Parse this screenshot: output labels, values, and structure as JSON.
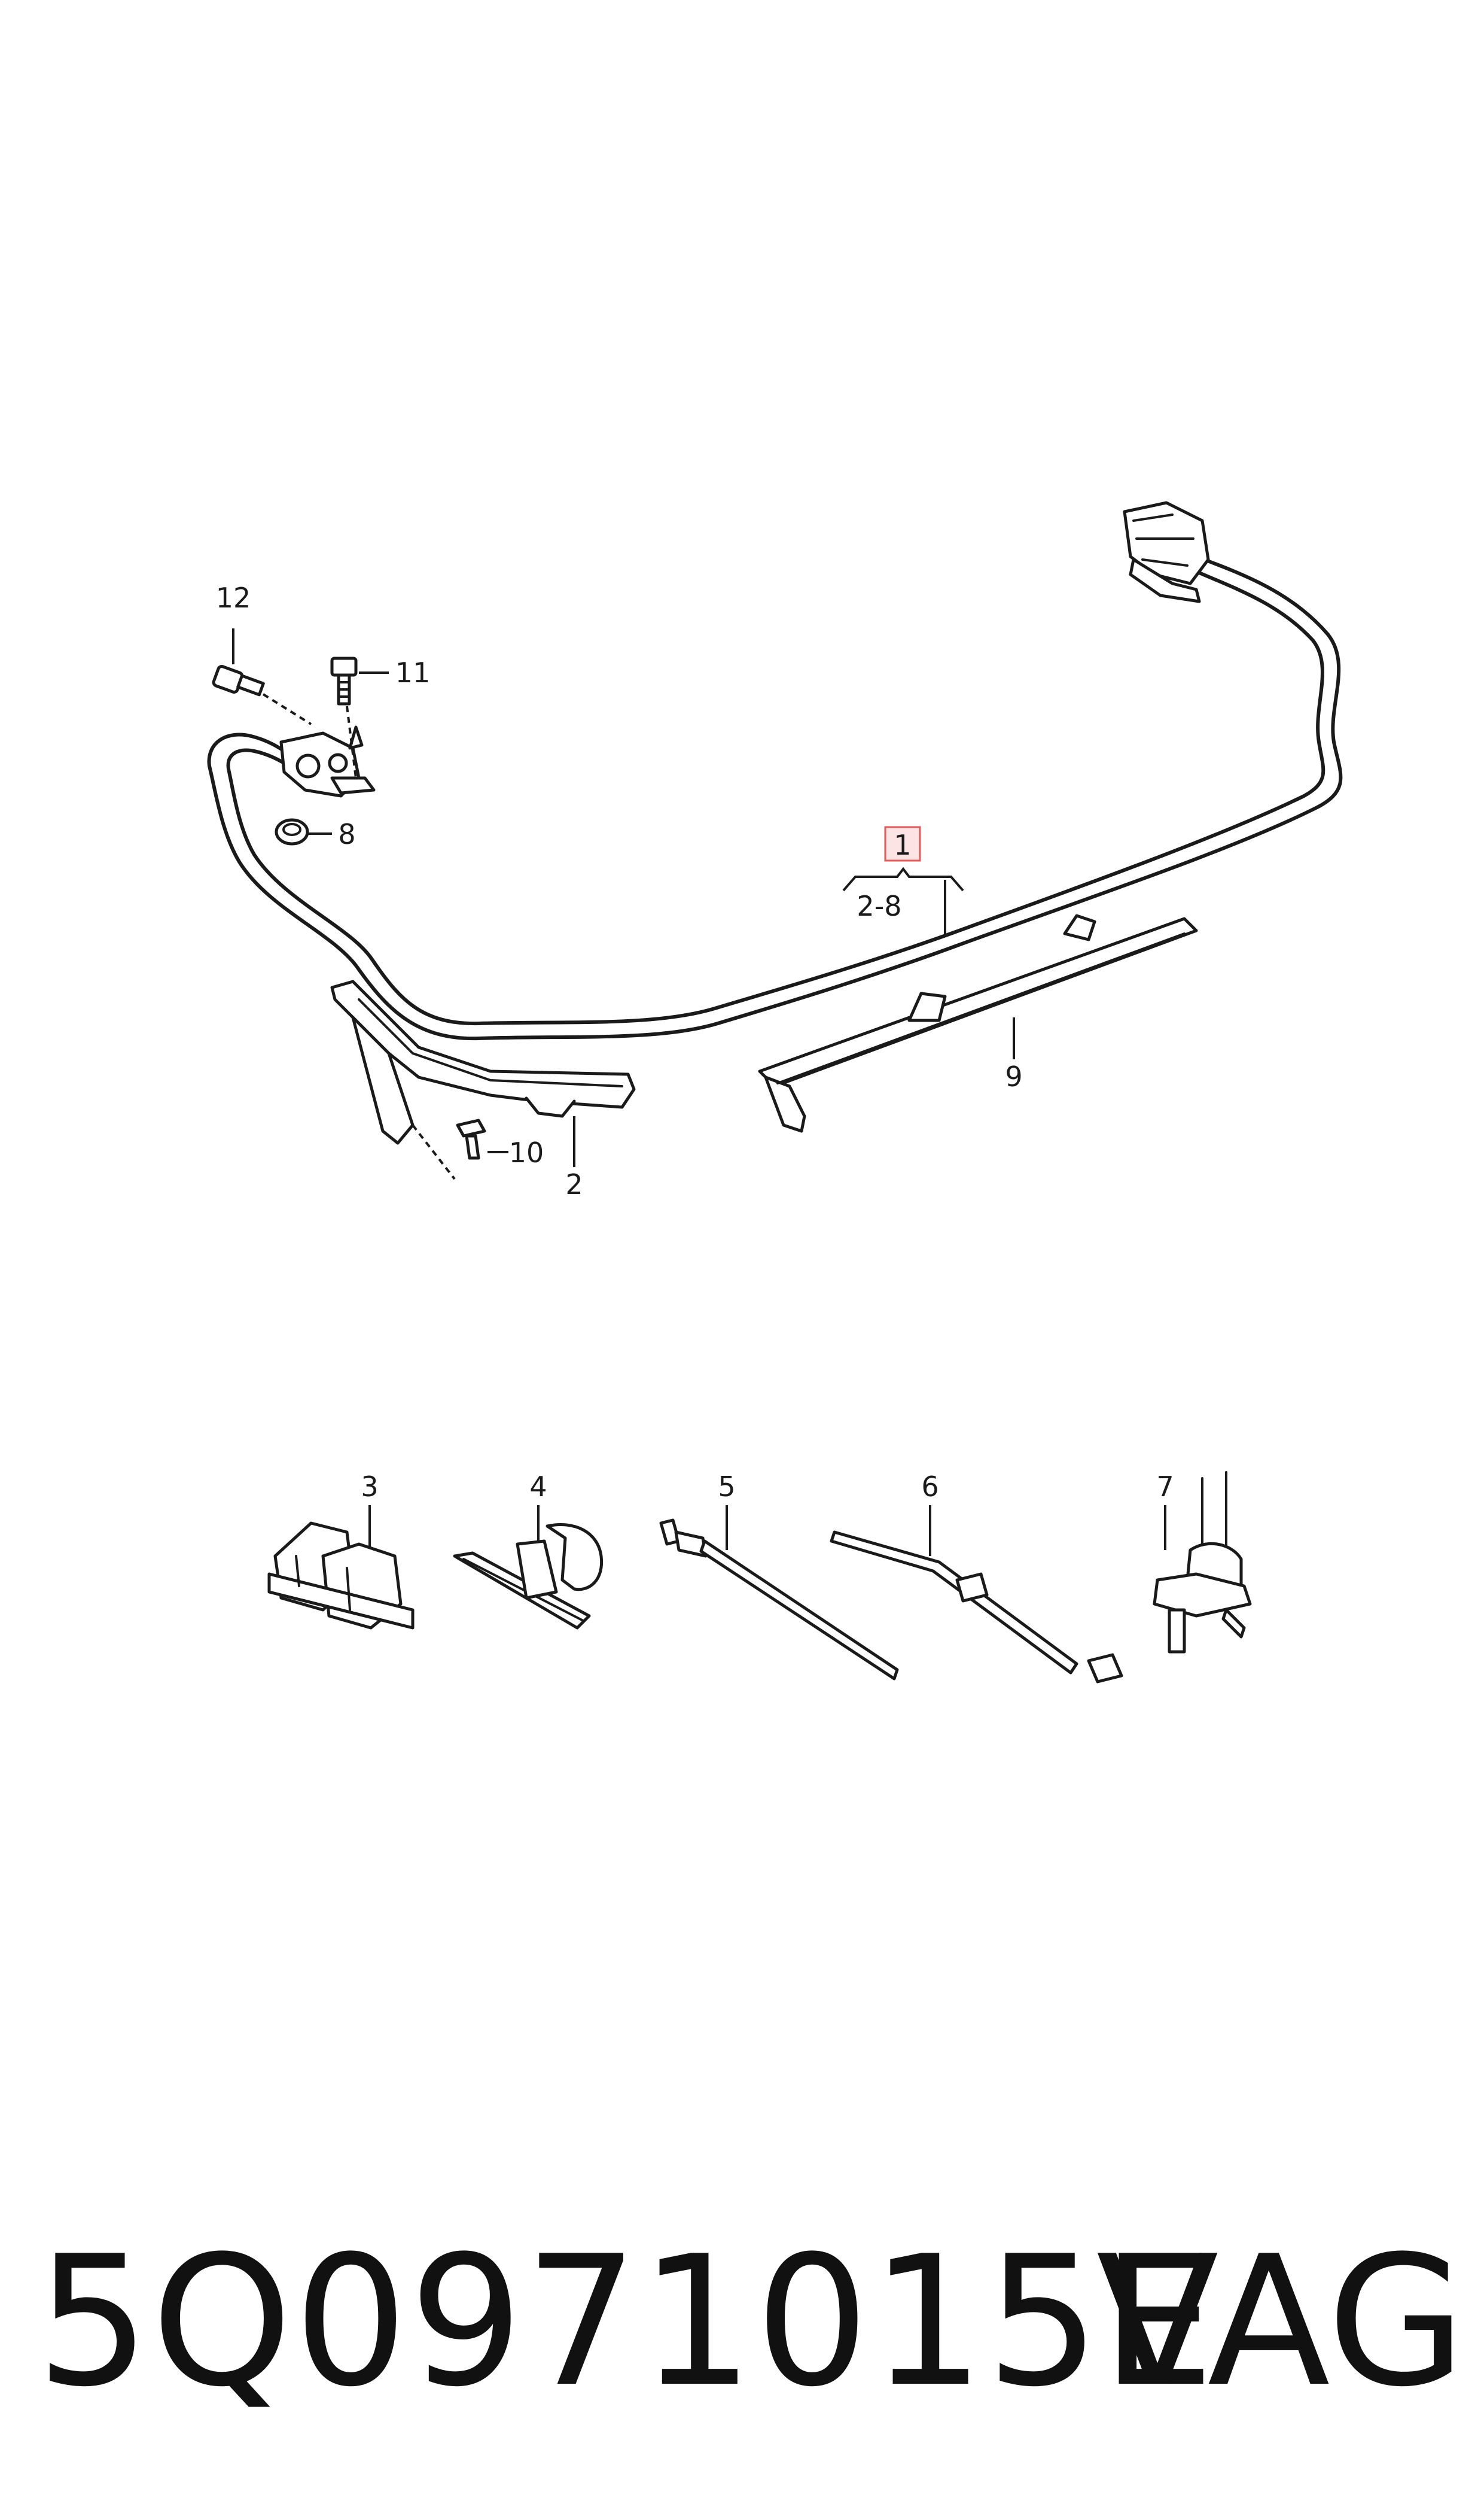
{
  "callouts": {
    "c1": "1",
    "c2_8": "2-8",
    "c2": "2",
    "c3": "3",
    "c4": "4",
    "c5": "5",
    "c6": "6",
    "c7": "7",
    "c8": "8",
    "c9": "9",
    "c10": "10",
    "c11": "11",
    "c12": "12"
  },
  "footer": {
    "part_number": "5Q0971015E",
    "brand": "VAG"
  },
  "colors": {
    "highlight_fill": "#fde4e4",
    "highlight_stroke": "#e35a5a",
    "line": "#1a1a1a"
  }
}
